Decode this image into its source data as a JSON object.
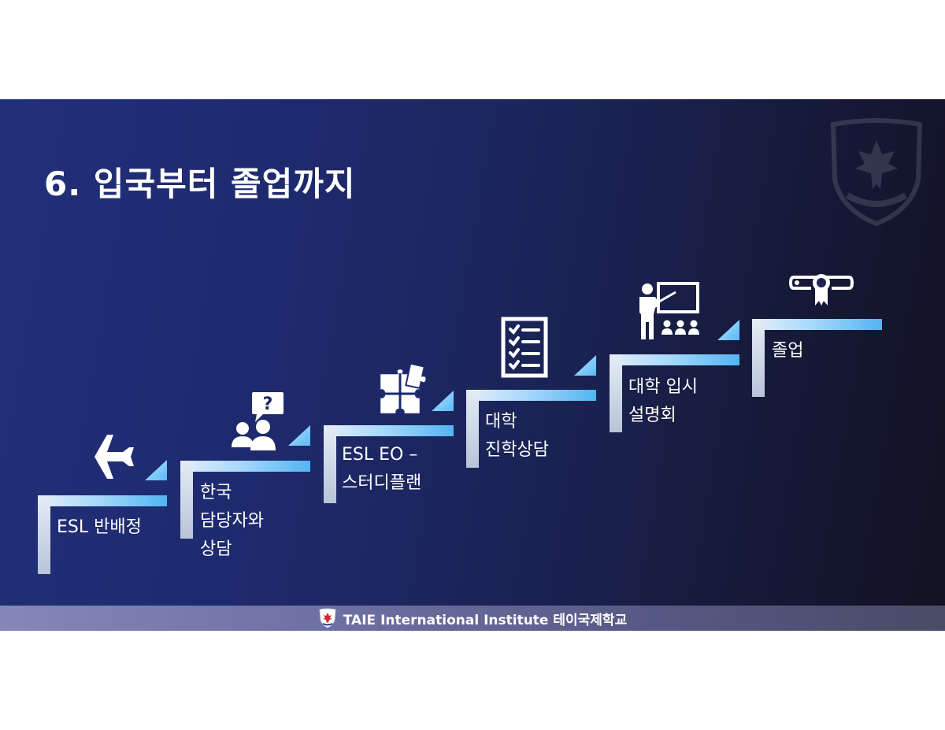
{
  "title": "6. 입국부터 졸업까지",
  "steps": [
    {
      "label": "ESL 반배정",
      "icon": "airplane-icon"
    },
    {
      "label": "한국\n담당자와\n상담",
      "icon": "consultation-people-icon"
    },
    {
      "label": "ESL EO –\n스터디플랜",
      "icon": "puzzle-icon"
    },
    {
      "label": "대학\n진학상담",
      "icon": "checklist-icon"
    },
    {
      "label": "대학 입시\n설명회",
      "icon": "presentation-icon"
    },
    {
      "label": "졸업",
      "icon": "diploma-icon"
    }
  ],
  "footer": {
    "text": "TAIE International Institute 테이국제학교",
    "logo": "school-crest-icon"
  },
  "colors": {
    "accent": "#5ab8f5",
    "accent_light": "#9ad8ff",
    "background_start": "#22307a",
    "background_end": "#121222"
  }
}
